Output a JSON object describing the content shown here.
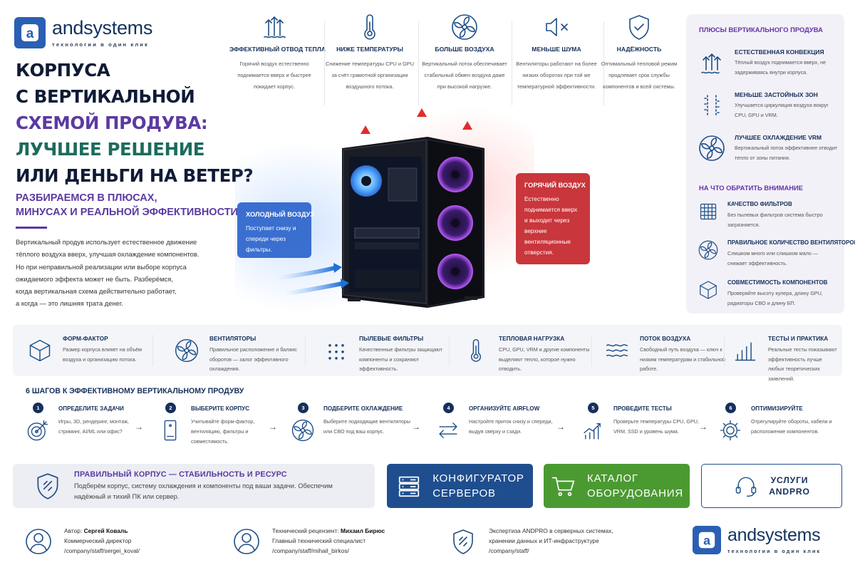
{
  "brand": {
    "name": "andsystems",
    "tagline": "технологии в один клик",
    "mark": "a"
  },
  "hero": {
    "line1": "КОРПУСА",
    "line2": "С ВЕРТИКАЛЬНОЙ",
    "line3": "СХЕМОЙ ПРОДУВА:",
    "line4": "ЛУЧШЕЕ РЕШЕНИЕ",
    "line5": "ИЛИ ДЕНЬГИ НА ВЕТЕР?",
    "subtitle1": "РАЗБИРАЕМСЯ В ПЛЮСАХ,",
    "subtitle2": "МИНУСАХ И РЕАЛЬНОЙ ЭФФЕКТИВНОСТИ",
    "intro": [
      "Вертикальный продув использует естественное движение",
      "тёплого воздуха вверх, улучшая охлаждение компонентов.",
      "Но при неправильной реализации или выборе корпуса",
      "ожидаемого эффекта может не быть. Разберёмся,",
      "когда вертикальная схема действительно работает,",
      "а когда — это лишняя трата денег."
    ],
    "colors": {
      "dark": "#0f1b35",
      "purple": "#5b3aa1",
      "teal": "#1d6b5c"
    }
  },
  "top_features": [
    {
      "icon": "heat-arrows-icon",
      "title": "ЭФФЕКТИВНЫЙ ОТВОД ТЕПЛА",
      "desc": "Горячий воздух естественно поднимается вверх и быстрее покидает корпус."
    },
    {
      "icon": "thermometer-icon",
      "title": "НИЖЕ ТЕМПЕРАТУРЫ",
      "desc": "Снижение температуры CPU и GPU за счёт грамотной организации воздушного потока."
    },
    {
      "icon": "fan-icon",
      "title": "БОЛЬШЕ ВОЗДУХА",
      "desc": "Вертикальный поток обеспечивает стабильный обмен воздуха даже при высокой нагрузке."
    },
    {
      "icon": "mute-speaker-icon",
      "title": "МЕНЬШЕ ШУМА",
      "desc": "Вентиляторы работают на более низких оборотах при той же температурной эффективности."
    },
    {
      "icon": "shield-check-icon",
      "title": "НАДЁЖНОСТЬ",
      "desc": "Оптимальный тепловой режим продлевает срок службы компонентов и всей системы."
    }
  ],
  "callouts": {
    "cold": {
      "title": "ХОЛОДНЫЙ ВОЗДУХ",
      "desc": "Поступает снизу и спереди через фильтры.",
      "color": "#3a6fd0"
    },
    "hot": {
      "title": "ГОРЯЧИЙ ВОЗДУХ",
      "desc": "Естественно поднимается вверх и выходит через верхние вентиляционные отверстия.",
      "color": "#c9363b"
    }
  },
  "right_panel": {
    "pros_title": "ПЛЮСЫ ВЕРТИКАЛЬНОГО ПРОДУВА",
    "pros": [
      {
        "icon": "convection-icon",
        "title": "ЕСТЕСТВЕННАЯ КОНВЕКЦИЯ",
        "desc": "Тёплый воздух поднимается вверх, не задерживаясь внутри корпуса."
      },
      {
        "icon": "airflow-icon",
        "title": "МЕНЬШЕ ЗАСТОЙНЫХ ЗОН",
        "desc": "Улучшается циркуляция воздуха вокруг CPU, GPU и VRM."
      },
      {
        "icon": "fan-icon",
        "title": "ЛУЧШЕЕ ОХЛАЖДЕНИЕ VRM",
        "desc": "Вертикальный поток эффективнее отводит тепло от зоны питания."
      }
    ],
    "attention_title": "НА ЧТО ОБРАТИТЬ ВНИМАНИЕ",
    "attention": [
      {
        "icon": "filter-grid-icon",
        "title": "КАЧЕСТВО ФИЛЬТРОВ",
        "desc": "Без пылевых фильтров система быстро загрязняется."
      },
      {
        "icon": "fan-icon",
        "title": "ПРАВИЛЬНОЕ КОЛИЧЕСТВО ВЕНТИЛЯТОРОВ",
        "desc": "Слишком много или слишком мало — снижает эффективность."
      },
      {
        "icon": "box-icon",
        "title": "СОВМЕСТИМОСТЬ КОМПОНЕНТОВ",
        "desc": "Проверяйте высоту кулера, длину GPU, радиаторы СВО и длину БП."
      }
    ]
  },
  "features_bar": [
    {
      "icon": "box-icon",
      "title": "ФОРМ-ФАКТОР",
      "desc": "Размер корпуса влияет на объём воздуха и организацию потока."
    },
    {
      "icon": "fan-icon",
      "title": "ВЕНТИЛЯТОРЫ",
      "desc": "Правильное расположение и баланс оборотов — залог эффективного охлаждения."
    },
    {
      "icon": "dust-dots-icon",
      "title": "ПЫЛЕВЫЕ ФИЛЬТРЫ",
      "desc": "Качественные фильтры защищают компоненты и сохраняют эффективность."
    },
    {
      "icon": "thermometer-icon",
      "title": "ТЕПЛОВАЯ НАГРУЗКА",
      "desc": "CPU, GPU, VRM и другие компоненты выделяют тепло, которое нужно отводить."
    },
    {
      "icon": "air-waves-icon",
      "title": "ПОТОК ВОЗДУХА",
      "desc": "Свободный путь воздуха — ключ к низким температурам и стабильной работе."
    },
    {
      "icon": "bar-chart-icon",
      "title": "ТЕСТЫ И ПРАКТИКА",
      "desc": "Реальные тесты показывают эффективность лучше любых теоретических заявлений."
    }
  ],
  "steps_title": "6 ШАГОВ К ЭФФЕКТИВНОМУ ВЕРТИКАЛЬНОМУ ПРОДУВУ",
  "steps": [
    {
      "num": "1",
      "icon": "target-icon",
      "title": "ОПРЕДЕЛИТЕ ЗАДАЧИ",
      "desc": "Игры, 3D, рендеринг, монтаж, стриминг, AI/ML или офис?"
    },
    {
      "num": "2",
      "icon": "case-icon",
      "title": "ВЫБЕРИТЕ КОРПУС",
      "desc": "Учитывайте форм-фактор, вентиляцию, фильтры и совместимость."
    },
    {
      "num": "3",
      "icon": "fan-icon",
      "title": "ПОДБЕРИТЕ ОХЛАЖДЕНИЕ",
      "desc": "Выберите подходящие вентиляторы или СВО под ваш корпус."
    },
    {
      "num": "4",
      "icon": "exchange-arrows-icon",
      "title": "ОРГАНИЗУЙТЕ AIRFLOW",
      "desc": "Настройте приток снизу и спереди, выдув сверху и сзади."
    },
    {
      "num": "5",
      "icon": "growth-chart-icon",
      "title": "ПРОВЕДИТЕ ТЕСТЫ",
      "desc": "Проверьте температуры CPU, GPU, VRM, SSD и уровень шума."
    },
    {
      "num": "6",
      "icon": "gear-icon",
      "title": "ОПТИМИЗИРУЙТЕ",
      "desc": "Отрегулируйте обороты, кабели и расположение компонентов."
    }
  ],
  "step_arrow": "→",
  "cta": {
    "title": "ПРАВИЛЬНЫЙ КОРПУС — СТАБИЛЬНОСТЬ И РЕСУРС",
    "desc": "Подберём корпус, систему охлаждения и компоненты под ваши задачи. Обеспечим надёжный и тихий ПК или сервер.",
    "btn_configurator": "КОНФИГУРАТОР\nСЕРВЕРОВ",
    "btn_catalog": "КАТАЛОГ\nОБОРУДОВАНИЯ",
    "btn_services": "УСЛУГИ\nANDPRO",
    "colors": {
      "blue": "#1f4e8f",
      "green": "#4b9a31"
    }
  },
  "footer": {
    "author": {
      "label": "Автор: ",
      "name": "Сергей Коваль",
      "role": "Коммерческий директор",
      "link": "/company/staff/sergei_koval/"
    },
    "reviewer": {
      "label": "Технический рецензент: ",
      "name": "Михаил Бирюс",
      "role": "Главный технический специалист",
      "link": "/company/staff/mihail_birkos/"
    },
    "expertise": {
      "line1": "Экспертиза ANDPRO в серверных системах,",
      "line2": "хранении данных и ИТ-инфраструктуре",
      "link": "/company/staff/"
    }
  }
}
